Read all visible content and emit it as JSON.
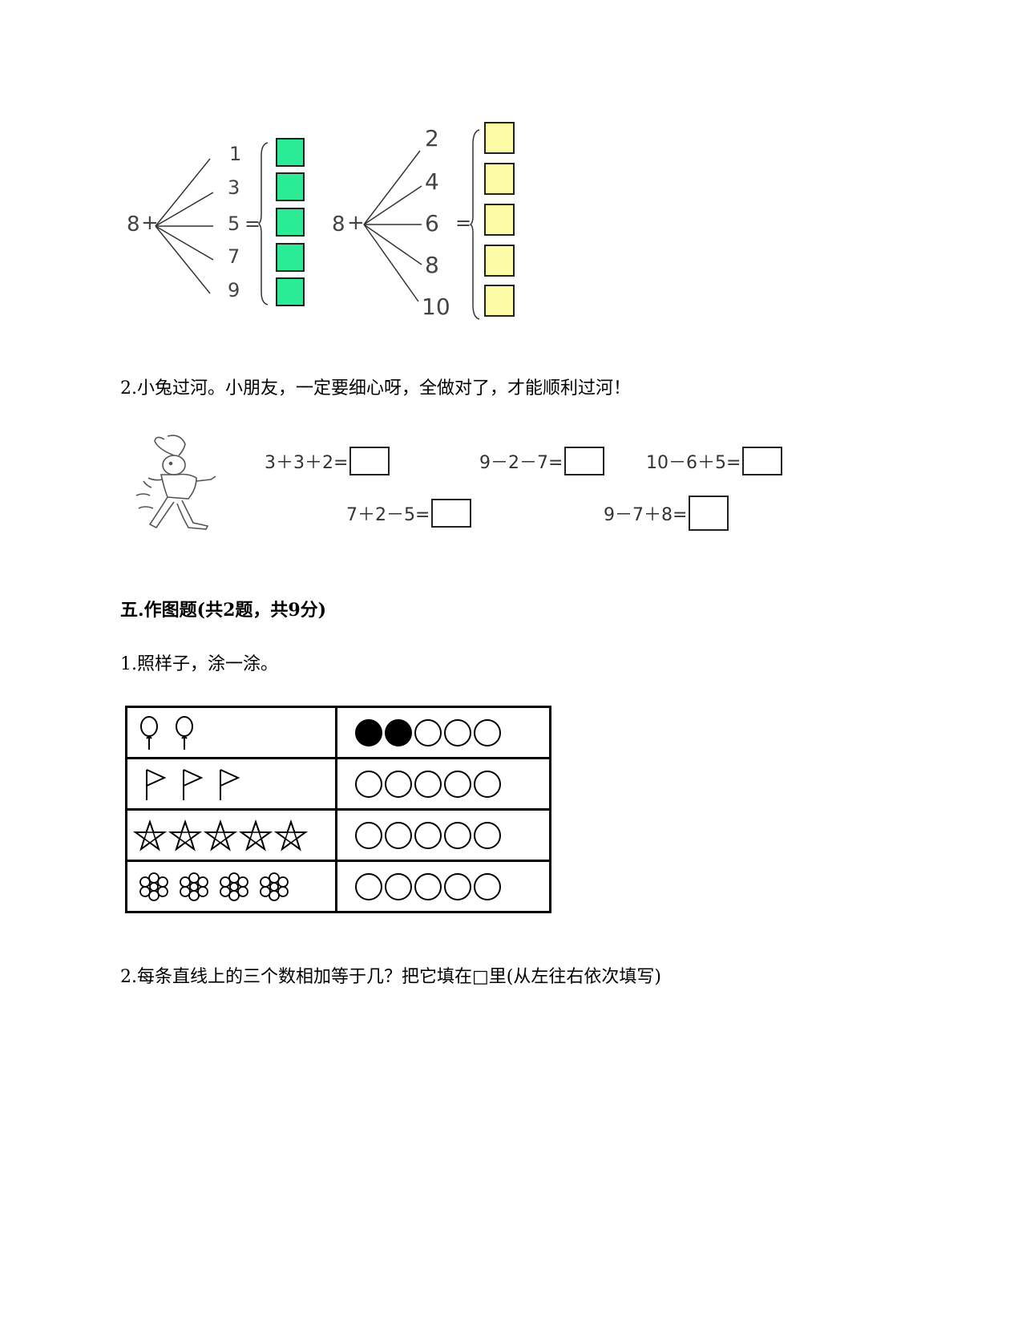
{
  "diagram1": {
    "base": "8",
    "plus": "+",
    "equals": "=",
    "addends": [
      "1",
      "3",
      "5",
      "7",
      "9"
    ],
    "box_color": "#2bec96"
  },
  "diagram2": {
    "base": "8",
    "plus": "+",
    "equals": "=",
    "addends": [
      "2",
      "4",
      "6",
      "8",
      "10"
    ],
    "box_color": "#fdfca6"
  },
  "q2": {
    "text": "2.小兔过河。小朋友，一定要细心呀，全做对了，才能顺利过河！",
    "equations": [
      "3＋3＋2=",
      "9－2－7=",
      "10－6＋5=",
      "7＋2－5=",
      "9－7＋8="
    ],
    "illustration": "rabbit-drawing"
  },
  "section5": {
    "title": "五.作图题(共2题，共9分)",
    "q1": {
      "text": "1.照样子，涂一涂。",
      "rows": [
        {
          "icon": "balloon-icon",
          "count": 2,
          "filled": 2
        },
        {
          "icon": "flag-icon",
          "count": 3,
          "filled": 0
        },
        {
          "icon": "star-icon",
          "count": 5,
          "filled": 0
        },
        {
          "icon": "flower-icon",
          "count": 4,
          "filled": 0
        }
      ],
      "circles_per_row": 5
    },
    "q2": {
      "text": "2.每条直线上的三个数相加等于几？把它填在□里(从左往右依次填写)"
    }
  }
}
